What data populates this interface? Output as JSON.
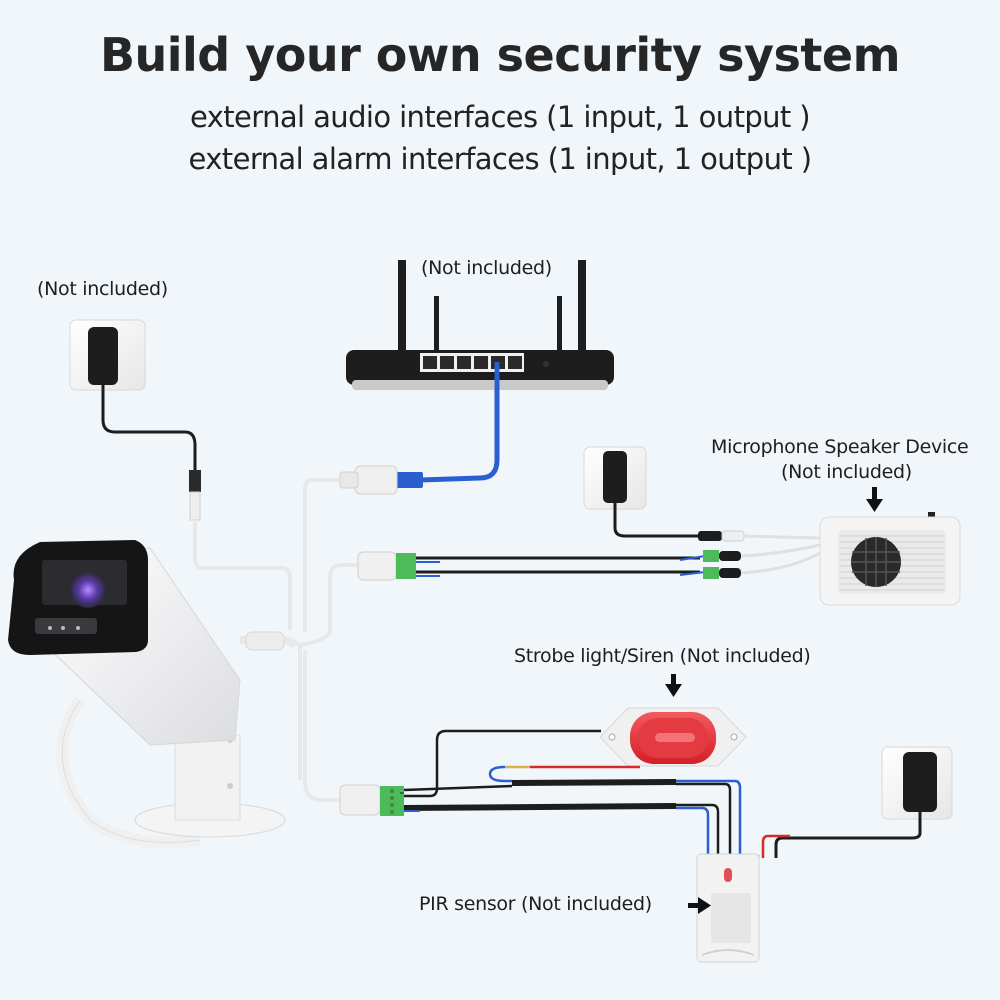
{
  "header": {
    "title": "Build your own security system",
    "subtitle_audio": "external audio interfaces (1 input, 1 output )",
    "subtitle_alarm": "external alarm interfaces (1 input, 1 output )"
  },
  "labels": {
    "power_adapter_camera": "(Not included)",
    "router": "(Not included)",
    "mic_speaker_title": "Microphone Speaker Device",
    "mic_speaker_note": "(Not included)",
    "strobe_siren": "Strobe light/Siren (Not included)",
    "pir_sensor": "PIR sensor (Not included)"
  },
  "colors": {
    "background": "#f1f6fb",
    "ethernet_cable": "#2a5fd0",
    "terminal_block": "#4dbb5a",
    "strobe_red": "#e8323a",
    "device_white": "#f4f4f4",
    "adapter_black": "#1d1d1d"
  }
}
